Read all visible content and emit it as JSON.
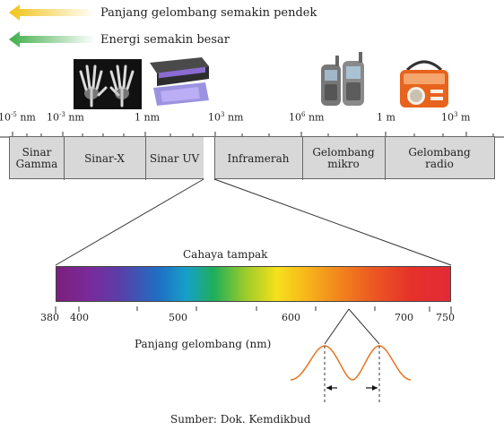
{
  "legend": {
    "wavelength_text": "Panjang gelombang semakin pendek",
    "energy_text": "Energi semakin besar",
    "wavelength_arrow_color": "#f2c318",
    "energy_arrow_color": "#3fae4a"
  },
  "scale_ticks": [
    {
      "base": "10",
      "exp": "-5",
      "unit": "nm"
    },
    {
      "base": "10",
      "exp": "-3",
      "unit": "nm"
    },
    {
      "base": "1",
      "exp": "",
      "unit": "nm"
    },
    {
      "base": "10",
      "exp": "3",
      "unit": "nm"
    },
    {
      "base": "10",
      "exp": "6",
      "unit": "nm"
    },
    {
      "base": "1",
      "exp": "",
      "unit": "m"
    },
    {
      "base": "10",
      "exp": "3",
      "unit": "m"
    }
  ],
  "bands": [
    {
      "line1": "Sinar",
      "line2": "Gamma"
    },
    {
      "line1": "Sinar-X",
      "line2": ""
    },
    {
      "line1": "Sinar UV",
      "line2": ""
    },
    {
      "line1": "Inframerah",
      "line2": ""
    },
    {
      "line1": "Gelombang",
      "line2": "mikro"
    },
    {
      "line1": "Gelombang",
      "line2": "radio"
    }
  ],
  "visible": {
    "title": "Cahaya tampak",
    "ticks": [
      "380",
      "400",
      "500",
      "600",
      "700",
      "750"
    ],
    "axis_label": "Panjang gelombang (nm)"
  },
  "icons": [
    "xray-hands-icon",
    "uv-lamp-icon",
    "cell-phones-icon",
    "radio-icon"
  ],
  "wave_color": "#e8731e",
  "source": "Sumber: Dok. Kemdikbud"
}
